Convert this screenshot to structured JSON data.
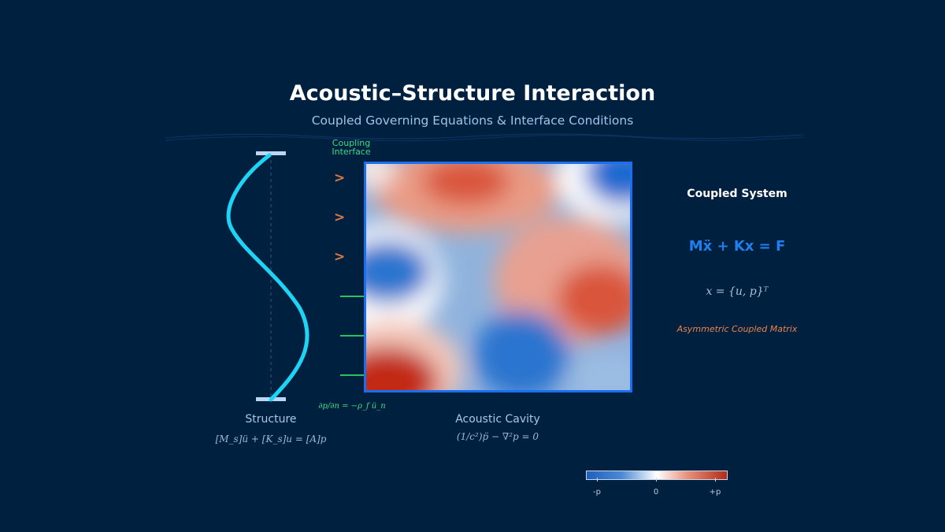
{
  "header": {
    "title": "Acoustic–Structure Interaction",
    "subtitle": "Coupled Governing Equations & Interface Conditions"
  },
  "structure": {
    "label": "Structure",
    "equation": "[M_s]ü + [K_s]u = [A]p"
  },
  "cavity": {
    "label": "Acoustic Cavity",
    "equation": "(1/c²)p̈ − ∇²p = 0"
  },
  "interface": {
    "label": "Coupling Interface",
    "equation": "∂p/∂n = −ρ_f ü_n"
  },
  "coupled_system": {
    "title": "Coupled System",
    "equation": "Mẍ + Kx = F",
    "vector": "x = {u, p}ᵀ",
    "note": "Asymmetric Coupled Matrix"
  },
  "colorbar": {
    "ticks": [
      "-p",
      "0",
      "+p"
    ],
    "colors": [
      "#1f5fbf",
      "#ffffff",
      "#b32a18"
    ]
  },
  "colors": {
    "background": "#002040",
    "beam": "#1ed4f5",
    "pressure_arrow": "#d97a45",
    "velocity_arrow": "#22c55e",
    "cavity_border": "#1a6ef0"
  }
}
